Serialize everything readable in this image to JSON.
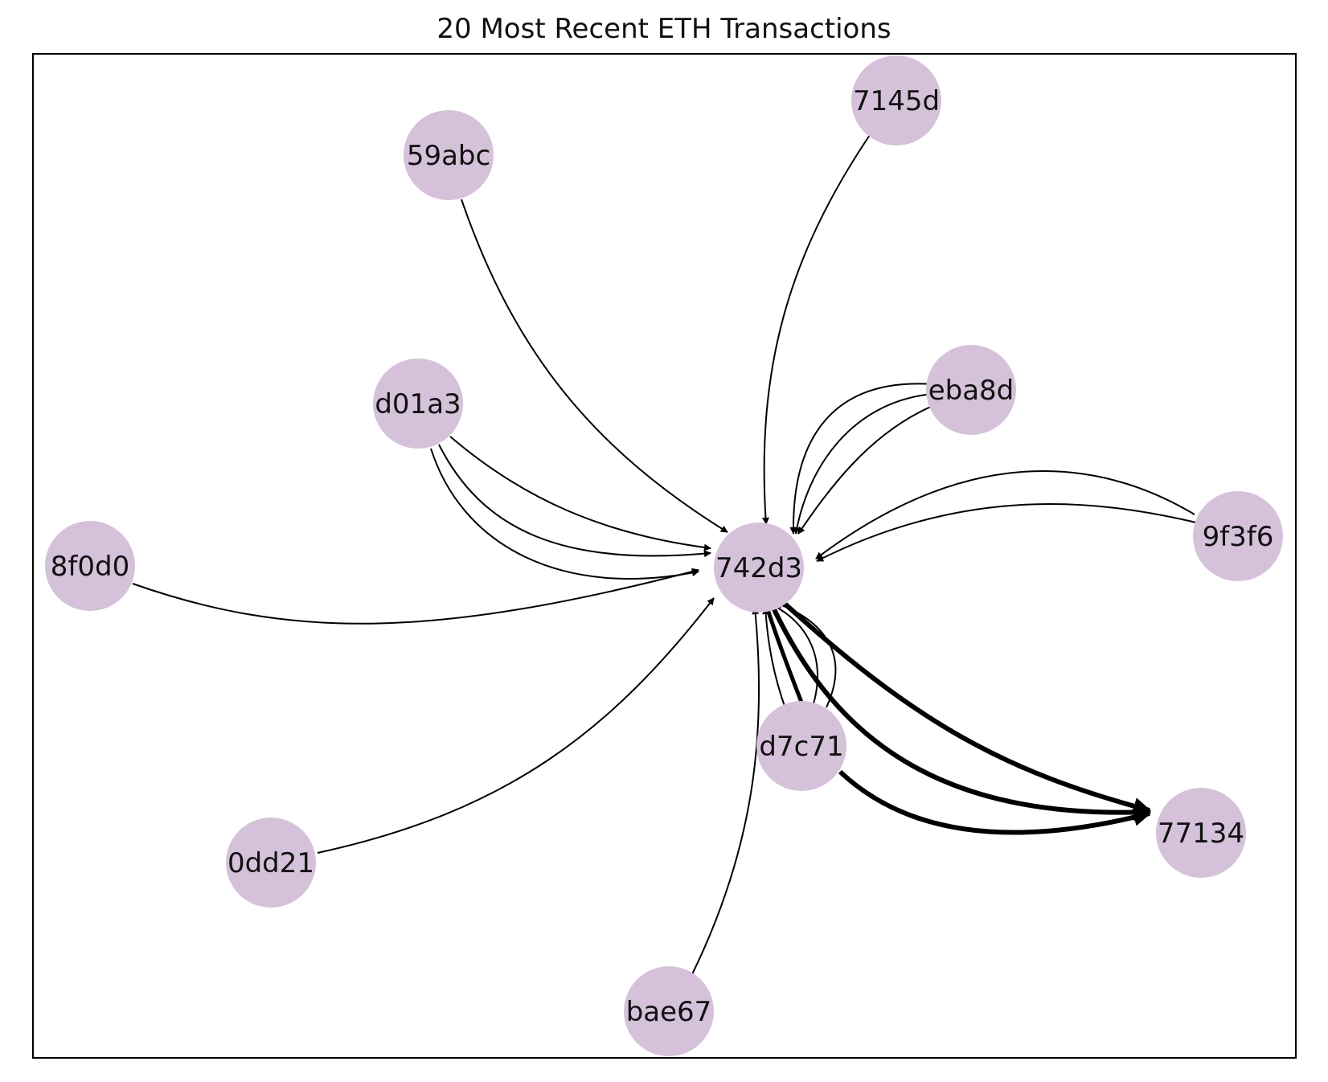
{
  "title": "20 Most Recent ETH Transactions",
  "colors": {
    "node_fill": "#d5c1d9",
    "edge": "#000000",
    "frame": "#000000",
    "text": "#111111"
  },
  "nodes": [
    {
      "id": "742d3",
      "label": "742d3"
    },
    {
      "id": "7145d",
      "label": "7145d"
    },
    {
      "id": "59abc",
      "label": "59abc"
    },
    {
      "id": "d01a3",
      "label": "d01a3"
    },
    {
      "id": "eba8d",
      "label": "eba8d"
    },
    {
      "id": "9f3f6",
      "label": "9f3f6"
    },
    {
      "id": "8f0d0",
      "label": "8f0d0"
    },
    {
      "id": "d7c71",
      "label": "d7c71"
    },
    {
      "id": "77134",
      "label": "77134"
    },
    {
      "id": "0dd21",
      "label": "0dd21"
    },
    {
      "id": "bae67",
      "label": "bae67"
    }
  ],
  "edges": [
    {
      "from": "59abc",
      "to": "742d3",
      "count": 1
    },
    {
      "from": "7145d",
      "to": "742d3",
      "count": 1
    },
    {
      "from": "d01a3",
      "to": "742d3",
      "count": 3
    },
    {
      "from": "eba8d",
      "to": "742d3",
      "count": 3
    },
    {
      "from": "9f3f6",
      "to": "742d3",
      "count": 2
    },
    {
      "from": "8f0d0",
      "to": "742d3",
      "count": 1
    },
    {
      "from": "0dd21",
      "to": "742d3",
      "count": 1
    },
    {
      "from": "bae67",
      "to": "742d3",
      "count": 1
    },
    {
      "from": "d7c71",
      "to": "742d3",
      "count": 4
    },
    {
      "from": "742d3",
      "to": "77134",
      "count": 2
    },
    {
      "from": "d7c71",
      "to": "77134",
      "count": 1
    }
  ]
}
